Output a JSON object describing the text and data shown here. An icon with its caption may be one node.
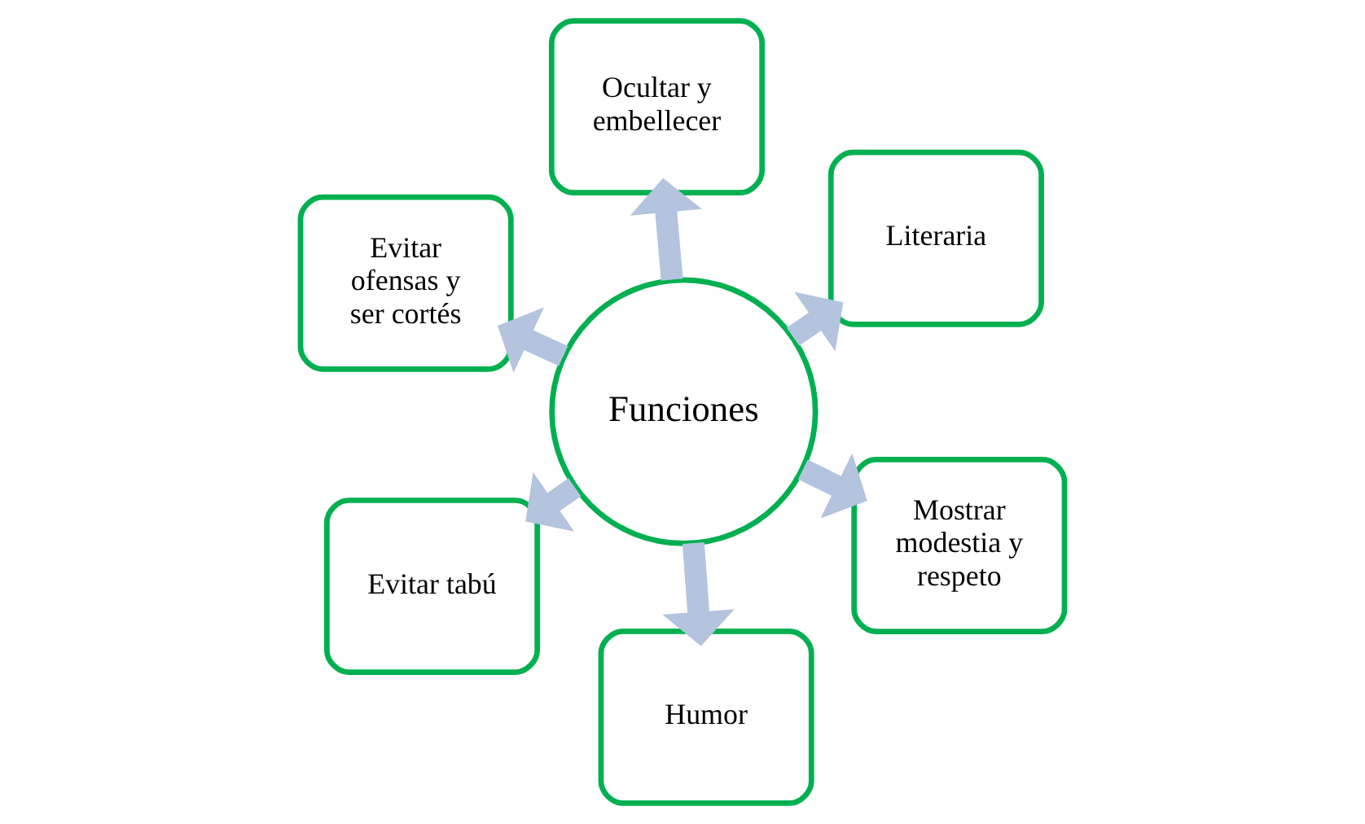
{
  "diagram": {
    "nodes": [
      {
        "text": [
          "Funciones"
        ]
      },
      {
        "text": [
          "Evitar tabú"
        ]
      },
      {
        "text": [
          "Mostrar modestia y respeto"
        ]
      },
      {
        "text": [
          "Evitar ofensas y ser cortés"
        ]
      },
      {
        "text": [
          "Ocultar y embellecer"
        ]
      },
      {
        "text": [
          "Humor"
        ]
      },
      {
        "text": [
          "Literaria"
        ]
      }
    ],
    "edges": [
      {
        "from": 0,
        "to": 1,
        "arrow": "to"
      },
      {
        "from": 0,
        "to": 2,
        "arrow": "to"
      },
      {
        "from": 0,
        "to": 3,
        "arrow": "to"
      },
      {
        "from": 0,
        "to": 4,
        "arrow": "to"
      },
      {
        "from": 0,
        "to": 5,
        "arrow": "to"
      },
      {
        "from": 0,
        "to": 6,
        "arrow": "to"
      }
    ]
  }
}
